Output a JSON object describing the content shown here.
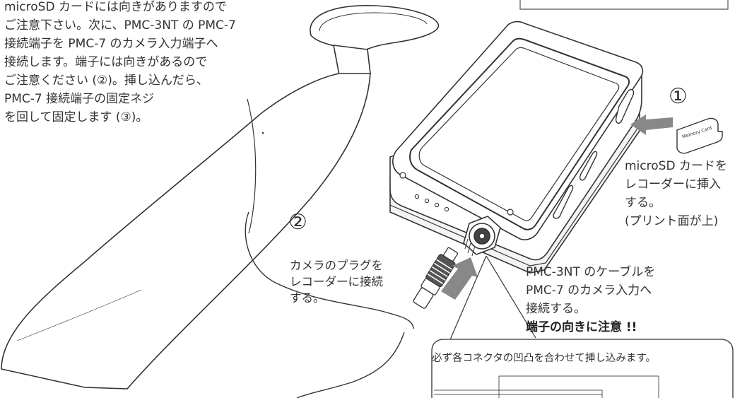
{
  "intro_lines": [
    "microSD カードには向きがありますので",
    "ご注意下さい。次に、PMC-3NT の PMC-7",
    "接続端子を PMC-7 のカメラ入力端子へ",
    "接続します。端子には向きがあるので",
    "ご注意ください (②)。挿し込んだら、",
    "PMC-7 接続端子の固定ネジ",
    "を回して固定します (③)。"
  ],
  "step1_marker": "①",
  "step2_marker": "②",
  "microsd_caption_lines": [
    "microSD カードを",
    "レコーダーに挿入",
    "する。",
    "(プリント面が上)"
  ],
  "plug_caption_lines": [
    "カメラのプラグを",
    "レコーダーに接続",
    "する。"
  ],
  "connect_caption_lines": [
    "PMC-3NT のケーブルを",
    "PMC-7 のカメラ入力へ",
    "接続する。"
  ],
  "connect_warning": "端子の向きに注意 !!",
  "callout_text": "必ず各コネクタの凹凸を合わせて挿し込みます。",
  "memory_card_label": "Memory Card"
}
